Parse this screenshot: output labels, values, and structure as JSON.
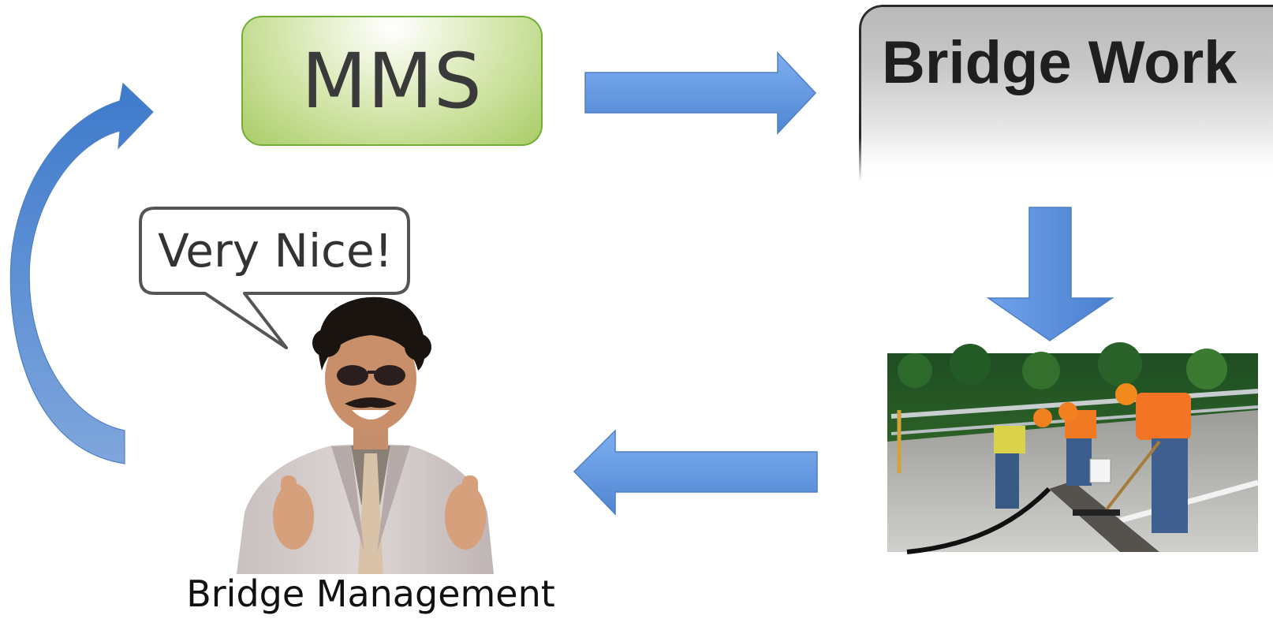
{
  "nodes": {
    "mms": {
      "label": "MMS"
    },
    "bridge_work": {
      "label": "Bridge Work"
    },
    "speech_bubble": {
      "text": "Very Nice!"
    },
    "bridge_management": {
      "label": "Bridge Management"
    }
  },
  "images": {
    "workers_photo": "photo-of-road-workers-repairing-bridge-deck",
    "thumbs_up_person": "photo-of-man-giving-two-thumbs-up"
  },
  "colors": {
    "arrow_blue": "#5b8fd6",
    "mms_green": "#a9cc67",
    "bridge_work_gray": "#bdbdbd"
  }
}
